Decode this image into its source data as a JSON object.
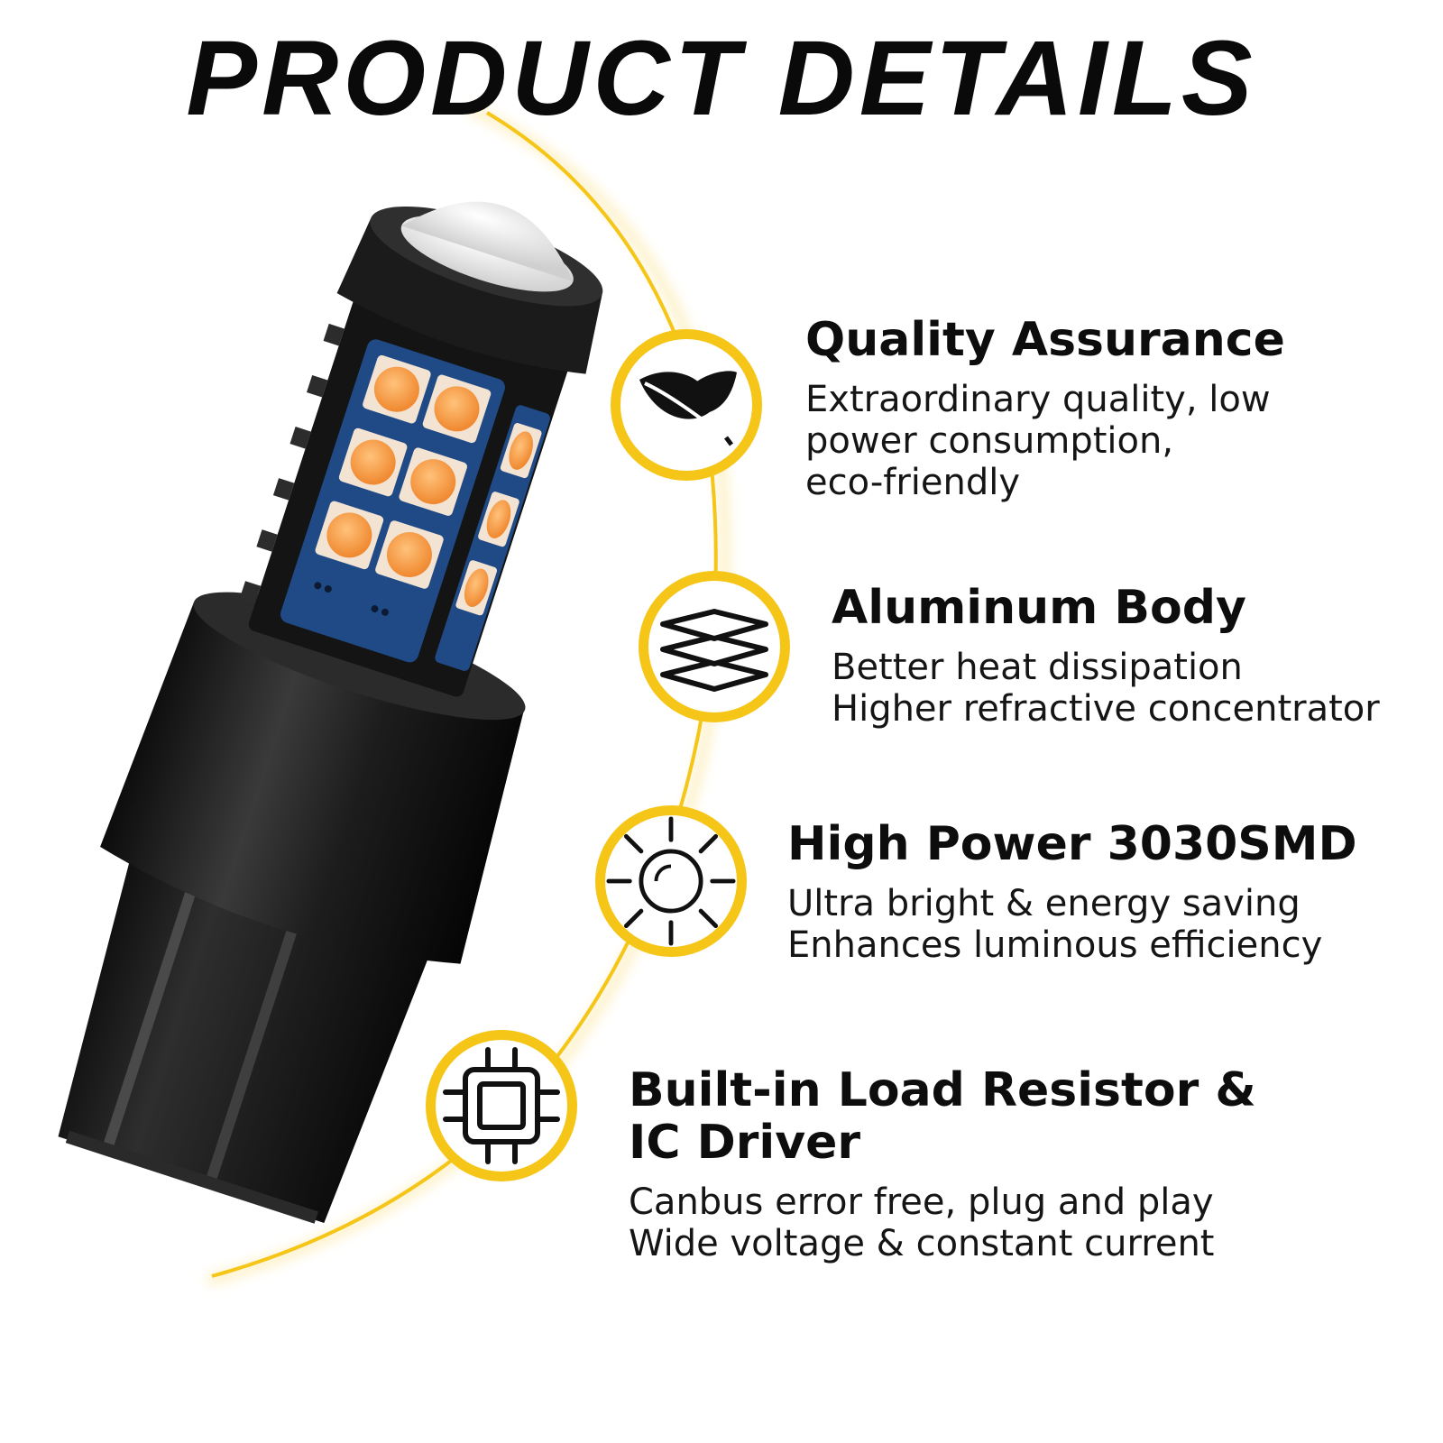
{
  "title": "PRODUCT DETAILS",
  "colors": {
    "accent": "#f5c518",
    "bulb_body": "#1c1c1c",
    "led": "#f6a24e",
    "pcb": "#1f4a86"
  },
  "features": [
    {
      "icon": "leaf-icon",
      "heading_lines": [
        "Quality Assurance"
      ],
      "description_lines": [
        "Extraordinary quality, low",
        "power consumption,",
        "eco-friendly"
      ]
    },
    {
      "icon": "layers-icon",
      "heading_lines": [
        "Aluminum Body"
      ],
      "description_lines": [
        "Better heat dissipation",
        "Higher refractive concentrator"
      ]
    },
    {
      "icon": "sun-icon",
      "heading_lines": [
        "High Power 3030SMD"
      ],
      "description_lines": [
        "Ultra bright & energy saving",
        "Enhances luminous efficiency"
      ]
    },
    {
      "icon": "chip-icon",
      "heading_lines": [
        "Built-in Load Resistor &",
        "IC Driver"
      ],
      "description_lines": [
        "Canbus error free, plug and play",
        "Wide voltage & constant current"
      ]
    }
  ]
}
